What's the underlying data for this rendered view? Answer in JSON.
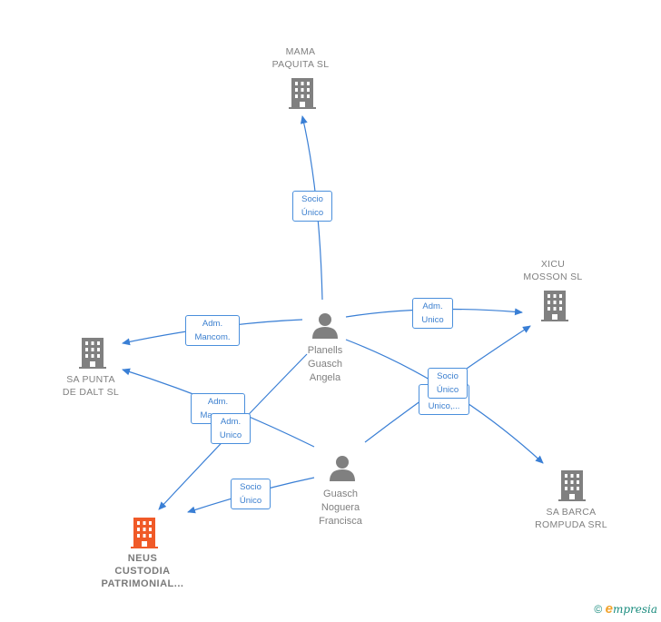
{
  "colors": {
    "edge": "#3a7fd5",
    "company_icon": "#808080",
    "main_company_icon": "#f05a28",
    "person_icon": "#808080"
  },
  "nodes": {
    "mama_paquita": {
      "label": "MAMA\nPAQUITA  SL"
    },
    "xicu_mosson": {
      "label": "XICU\nMOSSON  SL"
    },
    "sa_punta": {
      "label": "SA PUNTA\nDE DALT  SL"
    },
    "sa_barca": {
      "label": "SA BARCA\nROMPUDA SRL"
    },
    "neus": {
      "label": "NEUS\nCUSTODIA\nPATRIMONIAL..."
    },
    "planells": {
      "label": "Planells\nGuasch\nAngela"
    },
    "guasch": {
      "label": "Guasch\nNoguera\nFrancisca"
    }
  },
  "edges": {
    "e1": {
      "label": "Socio\nÚnico"
    },
    "e2": {
      "label": "Adm.\nUnico"
    },
    "e3": {
      "label": "Adm.\nMancom."
    },
    "e4": {
      "label": "Adm.\nMancom."
    },
    "e5": {
      "label": "Adm.\nUnico"
    },
    "e6": {
      "label": "Socio\nÚnico"
    },
    "e7": {
      "label": "Adm.\nUnico,..."
    },
    "e8": {
      "label": "Socio\nÚnico"
    }
  },
  "footer": {
    "copyright": "©",
    "brand_initial": "e",
    "brand_rest": "mpresia"
  }
}
